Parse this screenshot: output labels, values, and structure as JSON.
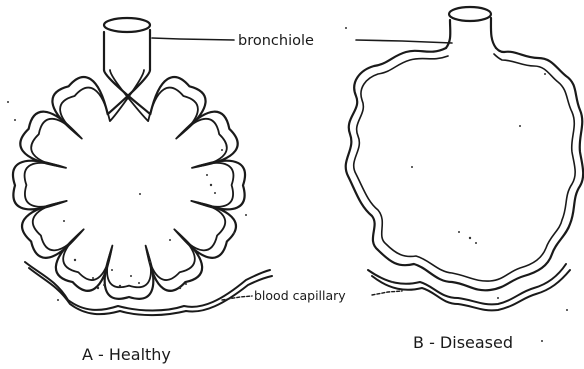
{
  "labels": {
    "bronchiole": "bronchiole",
    "capillary": "blood capillary",
    "healthy": "A - Healthy",
    "diseased": "B - Diseased"
  }
}
